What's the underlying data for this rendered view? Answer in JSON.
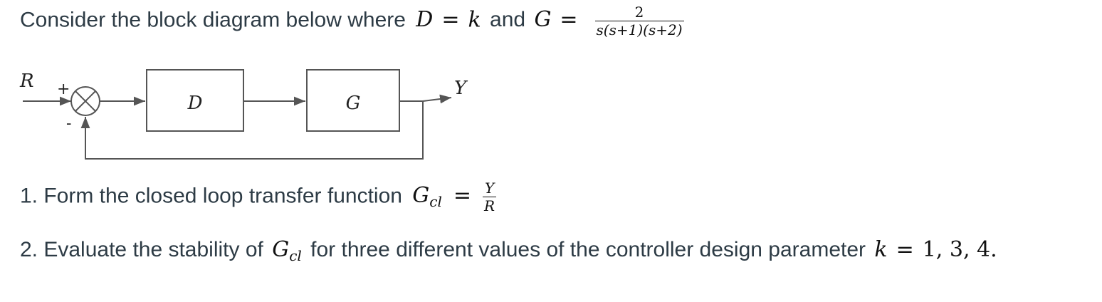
{
  "intro": {
    "text": "Consider the block diagram below where",
    "d_symbol": "D",
    "eq": "=",
    "k_symbol": "k",
    "and_word": "and",
    "g_symbol": "G",
    "eq2": "=",
    "g_numerator": "2",
    "g_denominator": "s(s+1)(s+2)"
  },
  "diagram": {
    "input_label": "R",
    "plus_sign": "+",
    "minus_sign": "-",
    "block_d_label": "D",
    "block_g_label": "G",
    "output_label": "Y"
  },
  "question1": {
    "text": "1. Form the closed loop transfer function",
    "g_symbol": "G",
    "subscript": "cl",
    "eq": "=",
    "numerator": "Y",
    "denominator": "R"
  },
  "question2": {
    "text_before": "2. Evaluate the stability of",
    "g_symbol": "G",
    "subscript": "cl",
    "text_after": "for three different values of the controller design parameter",
    "k_symbol": "k",
    "eq": "=",
    "values": "1, 3, 4."
  }
}
